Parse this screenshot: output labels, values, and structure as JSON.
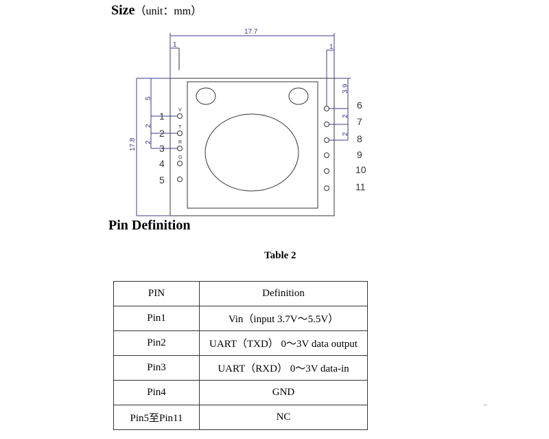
{
  "size_section": {
    "title": "Size",
    "unit_note": "（unit：mm）"
  },
  "drawing": {
    "dimensions": {
      "total_width": "17.7",
      "total_height": "17.8",
      "left_offset": "1",
      "right_offset": "1",
      "left_top_to_pin1": "5",
      "left_pin_pitch_a": "2",
      "left_pin_pitch_b": "2",
      "right_top_to_pin6": "3.9",
      "right_pin_pitch_a": "2",
      "right_pin_pitch_b": "2"
    },
    "left_pins": [
      "1",
      "2",
      "3",
      "4",
      "5"
    ],
    "left_pin_silkscreen": [
      "V",
      "T",
      "R",
      "G"
    ],
    "right_pins": [
      "6",
      "7",
      "8",
      "9",
      "10",
      "11"
    ],
    "line_color": "#3a3a8c",
    "outline_color": "#333333"
  },
  "pin_section": {
    "title": "Pin Definition",
    "table_caption": "Table 2",
    "table": {
      "headers": [
        "PIN",
        "Definition"
      ],
      "rows": [
        [
          "Pin1",
          "Vin（input 3.7V～5.5V）"
        ],
        [
          "Pin2",
          "UART（TXD） 0～3V data output"
        ],
        [
          "Pin3",
          "UART（RXD） 0～3V data-in"
        ],
        [
          "Pin4",
          "GND"
        ],
        [
          "Pin5至Pin11",
          "NC"
        ]
      ]
    }
  }
}
